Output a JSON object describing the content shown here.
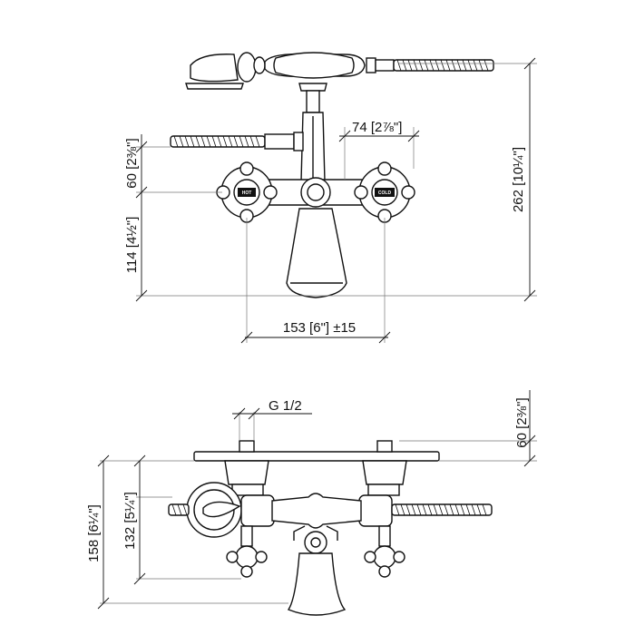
{
  "dimensions": {
    "spout_width": "74 [2⅞\"]",
    "total_height": "262 [10¼\"]",
    "handle_height": "60 [2⅜\"]",
    "base_height": "114 [4½\"]",
    "center_distance": "153 [6\"] ±15",
    "thread": "G 1/2",
    "plate_offset": "60 [2⅜\"]",
    "depth_total": "158 [6¼\"]",
    "depth_spout": "132 [5¼\"]"
  },
  "handle_labels": {
    "hot": "HOT",
    "cold": "COLD"
  }
}
